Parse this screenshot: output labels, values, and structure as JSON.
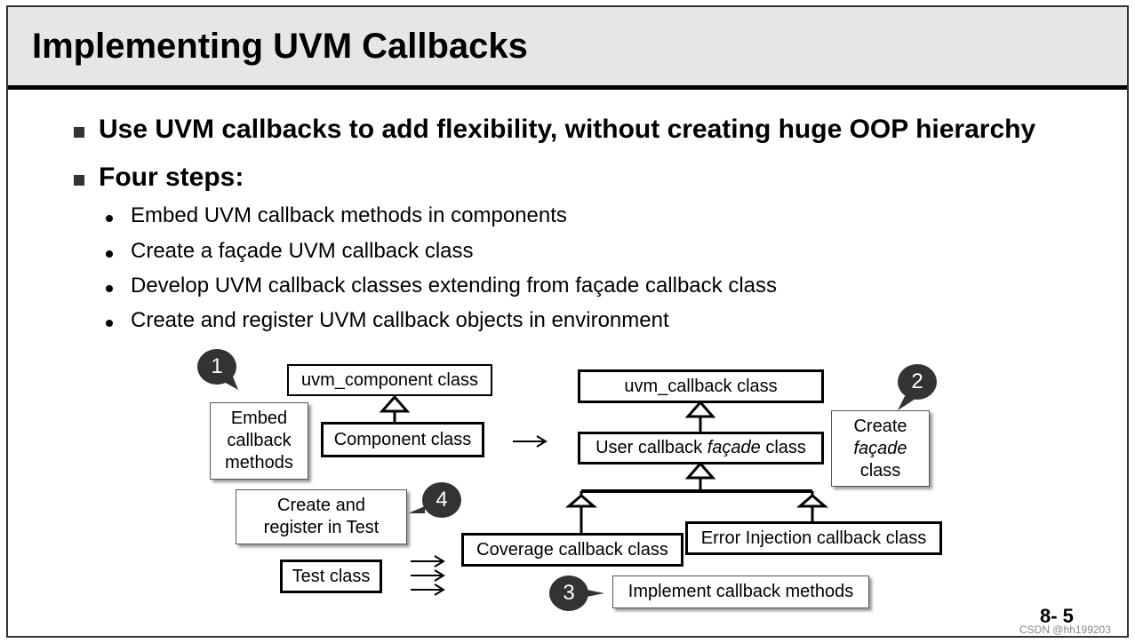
{
  "title": "Implementing UVM Callbacks",
  "bullets": [
    {
      "text": "Use UVM callbacks to add flexibility, without creating huge OOP hierarchy"
    },
    {
      "text": "Four steps:",
      "sub": [
        "Embed UVM callback methods in components",
        "Create a façade UVM callback class",
        "Develop UVM callback classes extending from façade callback class",
        "Create and register UVM callback objects in environment"
      ]
    }
  ],
  "diagram": {
    "uvm_component": "uvm_component class",
    "component": "Component class",
    "uvm_callback": "uvm_callback class",
    "user_pre": "User callback ",
    "user_facade": "façade",
    "user_post": " class",
    "coverage": "Coverage callback class",
    "error_injection": "Error Injection callback class",
    "test": "Test class",
    "note1_a": "Embed",
    "note1_b": "callback",
    "note1_c": "methods",
    "note2_a": "Create",
    "note2_b": "façade",
    "note2_c": "class",
    "note3": "Implement callback methods",
    "note4_a": "Create and",
    "note4_b": "register in Test",
    "step1": "1",
    "step2": "2",
    "step3": "3",
    "step4": "4"
  },
  "page_number": "8- 5",
  "watermark": "CSDN @hh199203"
}
